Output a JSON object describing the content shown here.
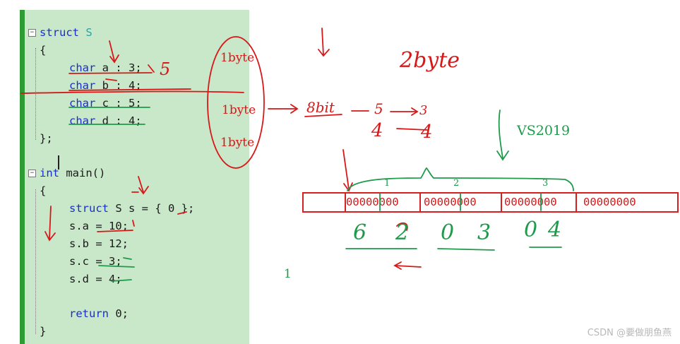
{
  "code": {
    "lines": [
      {
        "kw": "struct",
        "rest": " S"
      },
      {
        "rest": "{"
      },
      {
        "ty": "char",
        "rest": " a : 3;"
      },
      {
        "ty": "char",
        "rest": " b : 4;"
      },
      {
        "ty": "char",
        "rest": " c : 5;"
      },
      {
        "ty": "char",
        "rest": " d : 4;"
      },
      {
        "rest": "};"
      },
      {
        "kw": "int",
        "rest": " main()"
      },
      {
        "rest": "{"
      },
      {
        "kw": "struct",
        "rest": " S s = { 0 };"
      },
      {
        "rest": "s.a = 10;"
      },
      {
        "rest": "s.b = 12;"
      },
      {
        "rest": "s.c = 3;"
      },
      {
        "rest": "s.d = 4;"
      },
      {
        "kw": "return",
        "rest": " 0;"
      },
      {
        "rest": "}"
      }
    ]
  },
  "annotations": {
    "byte1": "1byte",
    "byte2": "1byte",
    "byte3": "1byte",
    "two_byte": "2byte",
    "eight_bit": "8bit",
    "five": "5",
    "three": "3",
    "four_a": "4",
    "four_b": "4",
    "vs": "VS2019",
    "brace_1": "1",
    "brace_2": "2",
    "brace_3": "3",
    "hex": [
      "6",
      "2",
      "0",
      "3",
      "0",
      "4"
    ],
    "stray_one": "1",
    "code_five": "5"
  },
  "memory": {
    "cells": [
      "00000000",
      "00000000",
      "00000000",
      "00000000"
    ],
    "split_a": "0000",
    "split_b": "0000"
  },
  "watermark": "CSDN @要做朋鱼燕"
}
